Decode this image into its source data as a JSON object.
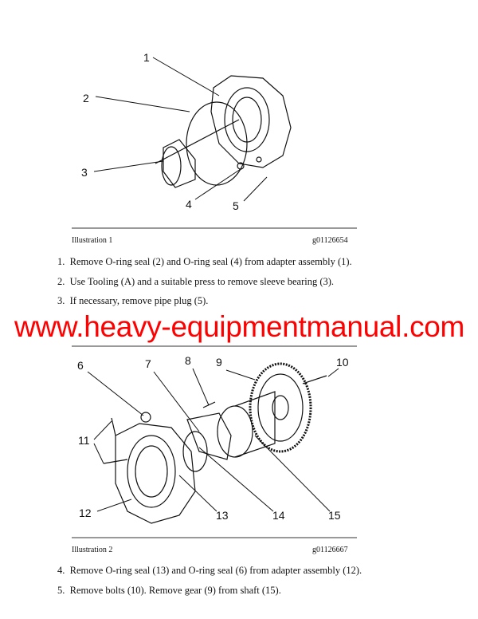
{
  "illustration1": {
    "caption": "Illustration 1",
    "id": "g01126654",
    "callouts": [
      "1",
      "2",
      "3",
      "4",
      "5"
    ]
  },
  "steps_a": [
    {
      "num": "1.",
      "text": "Remove O-ring seal (2) and O-ring seal (4) from adapter assembly (1)."
    },
    {
      "num": "2.",
      "text": "Use Tooling (A) and a suitable press to remove sleeve bearing (3)."
    },
    {
      "num": "3.",
      "text": "If necessary, remove pipe plug (5)."
    }
  ],
  "watermark": "www.heavy-equipmentmanual.com",
  "illustration2": {
    "caption": "Illustration 2",
    "id": "g01126667",
    "callouts": [
      "6",
      "7",
      "8",
      "9",
      "10",
      "11",
      "12",
      "13",
      "14",
      "15"
    ]
  },
  "steps_b": [
    {
      "num": "4.",
      "text": "Remove O-ring seal (13) and O-ring seal (6) from adapter assembly (12)."
    },
    {
      "num": "5.",
      "text": "Remove bolts (10). Remove gear (9) from shaft (15)."
    }
  ],
  "colors": {
    "watermark": "#ff0000"
  }
}
